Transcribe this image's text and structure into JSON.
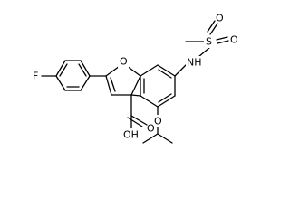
{
  "molecule": {
    "atom_labels": {
      "fluorine": "F",
      "furan_oxygen": "O",
      "nh": "NH",
      "sulfur": "S",
      "sulfonyl_o_top": "O",
      "sulfonyl_o_right": "O",
      "ether_oxygen": "O",
      "carbonyl_oxygen": "O",
      "hydroxyl": "OH"
    }
  }
}
